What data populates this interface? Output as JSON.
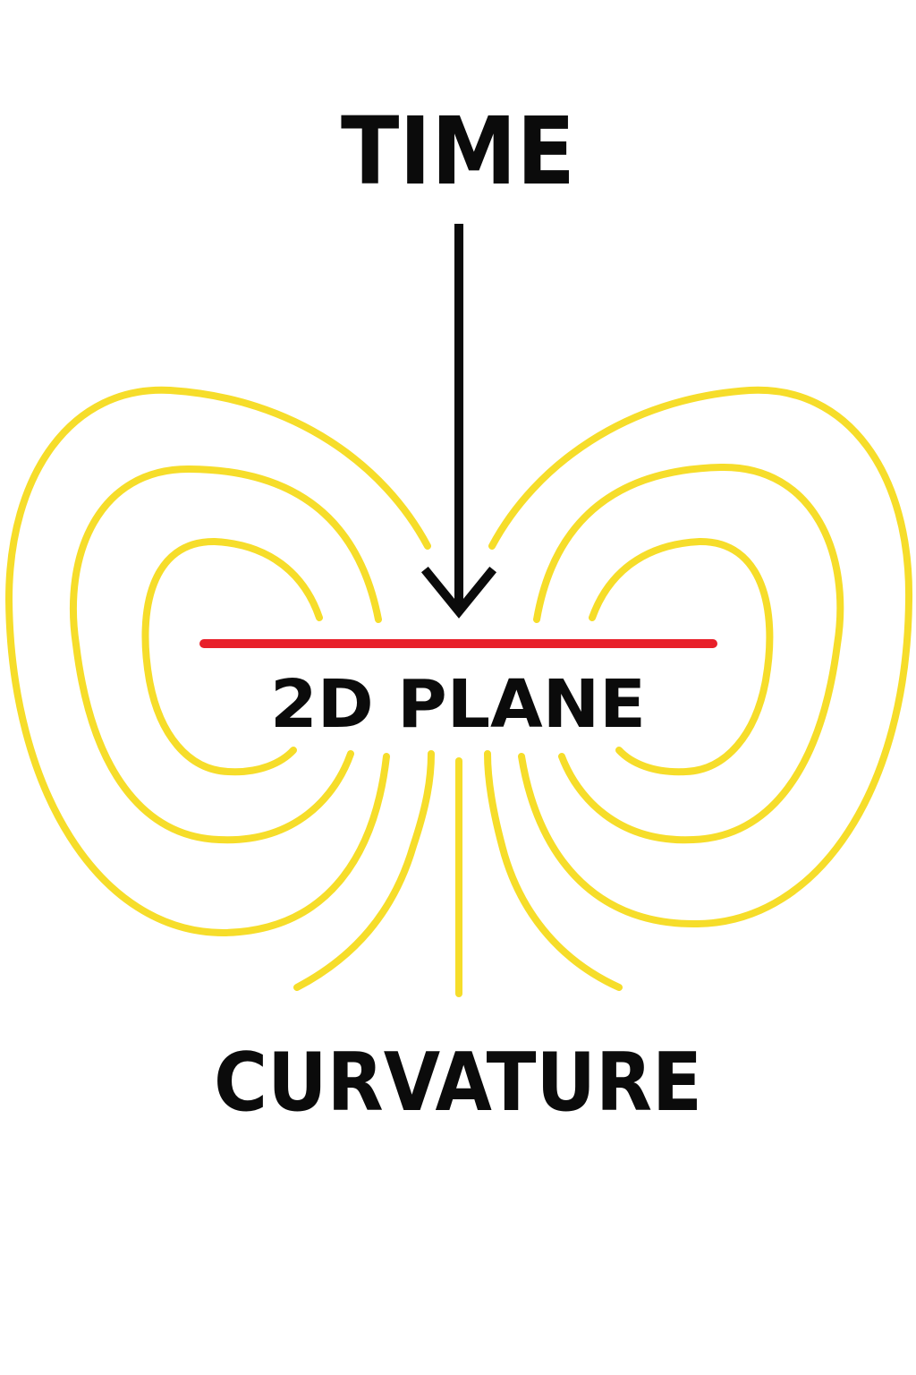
{
  "labels": {
    "top": "TIME",
    "middle": "2D PLANE",
    "bottom": "CURVATURE"
  },
  "colors": {
    "background": "#ffffff",
    "text": "#0b0b0b",
    "arrow": "#0b0b0b",
    "plane": "#e8202a",
    "field_lines": "#f6dd2a"
  }
}
